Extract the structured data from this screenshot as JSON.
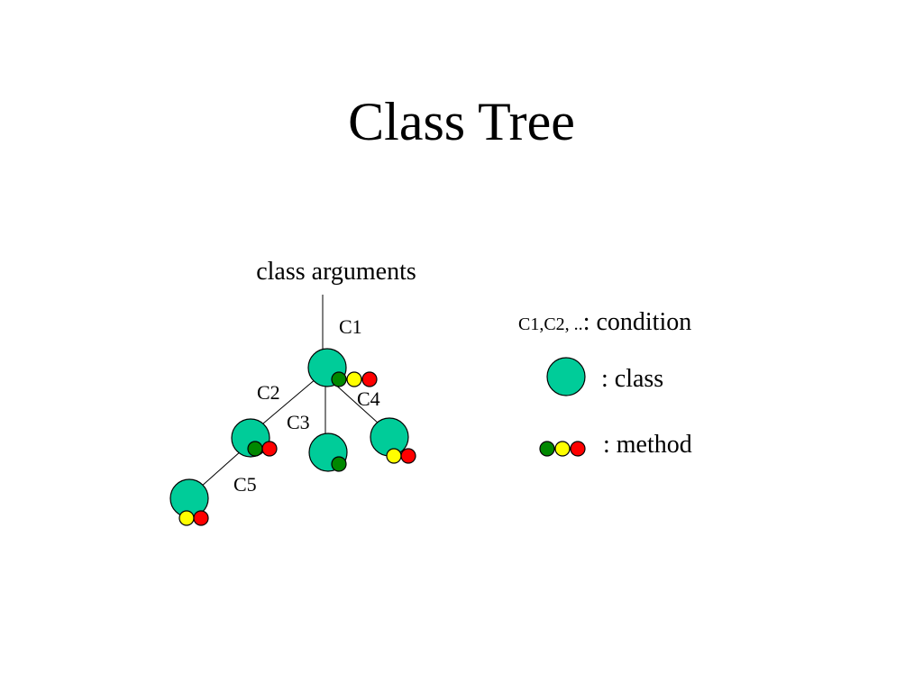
{
  "title": "Class Tree",
  "diagram": {
    "root_label": "class arguments",
    "conditions": [
      "C1",
      "C2",
      "C3",
      "C4",
      "C5"
    ]
  },
  "legend": {
    "condition_prefix": "C1,C2, ..",
    "condition_text": ": condition",
    "class_text": ": class",
    "method_text": ": method"
  },
  "colors": {
    "class": "#00cc99",
    "method_green": "#008800",
    "method_yellow": "#ffff00",
    "method_red": "#ff0000"
  }
}
